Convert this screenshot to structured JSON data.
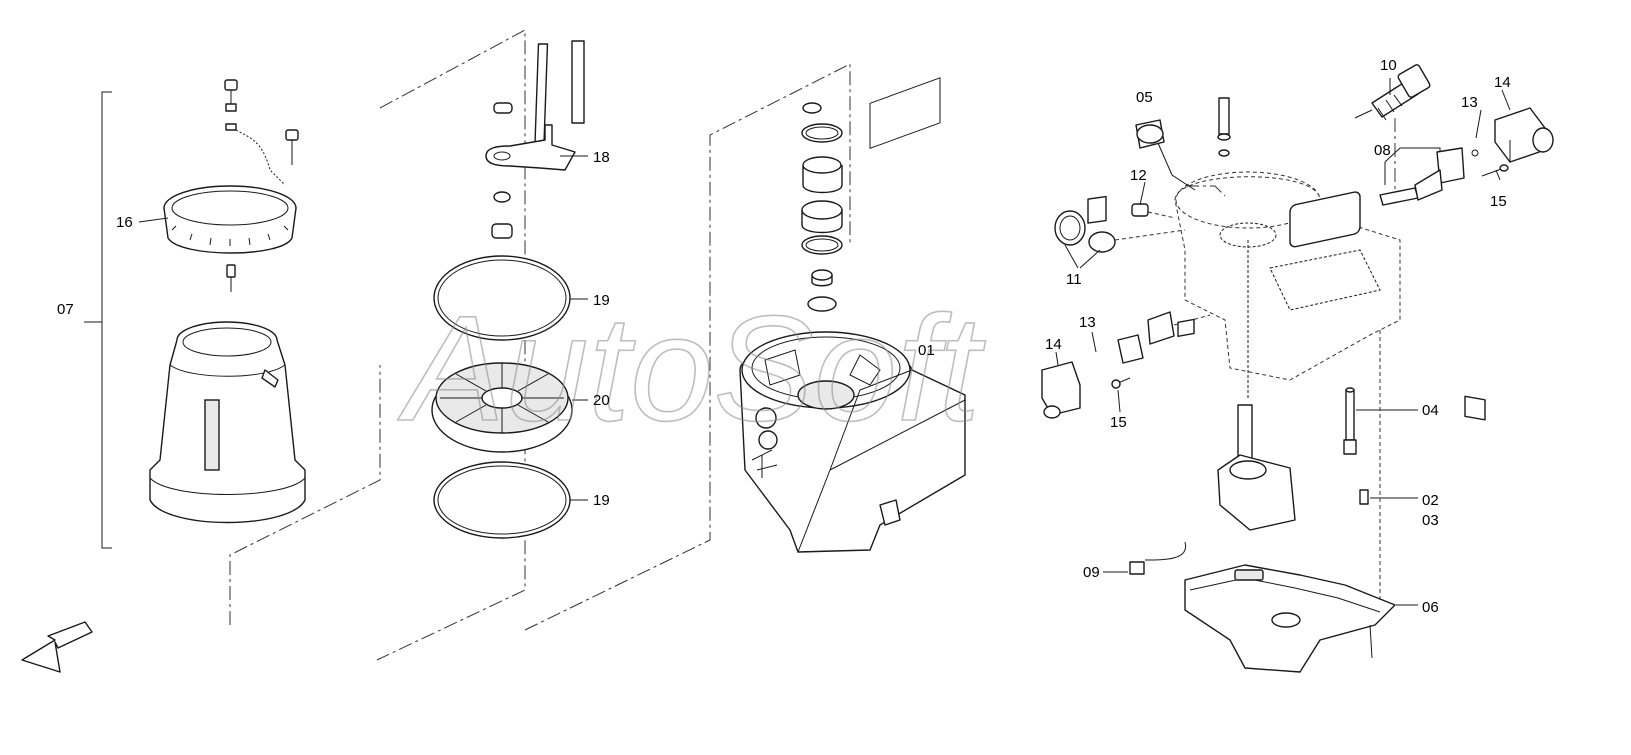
{
  "watermark": "AutoSoft",
  "callouts": {
    "c01": "01",
    "c02": "02",
    "c03": "03",
    "c04": "04",
    "c05": "05",
    "c06": "06",
    "c07": "07",
    "c08": "08",
    "c09": "09",
    "c10": "10",
    "c11": "11",
    "c12": "12",
    "c13a": "13",
    "c13b": "13",
    "c14a": "14",
    "c14b": "14",
    "c15a": "15",
    "c15b": "15",
    "c16": "16",
    "c18": "18",
    "c19a": "19",
    "c19b": "19",
    "c20": "20"
  },
  "icons": {
    "direction": "arrow-down-left-icon"
  }
}
